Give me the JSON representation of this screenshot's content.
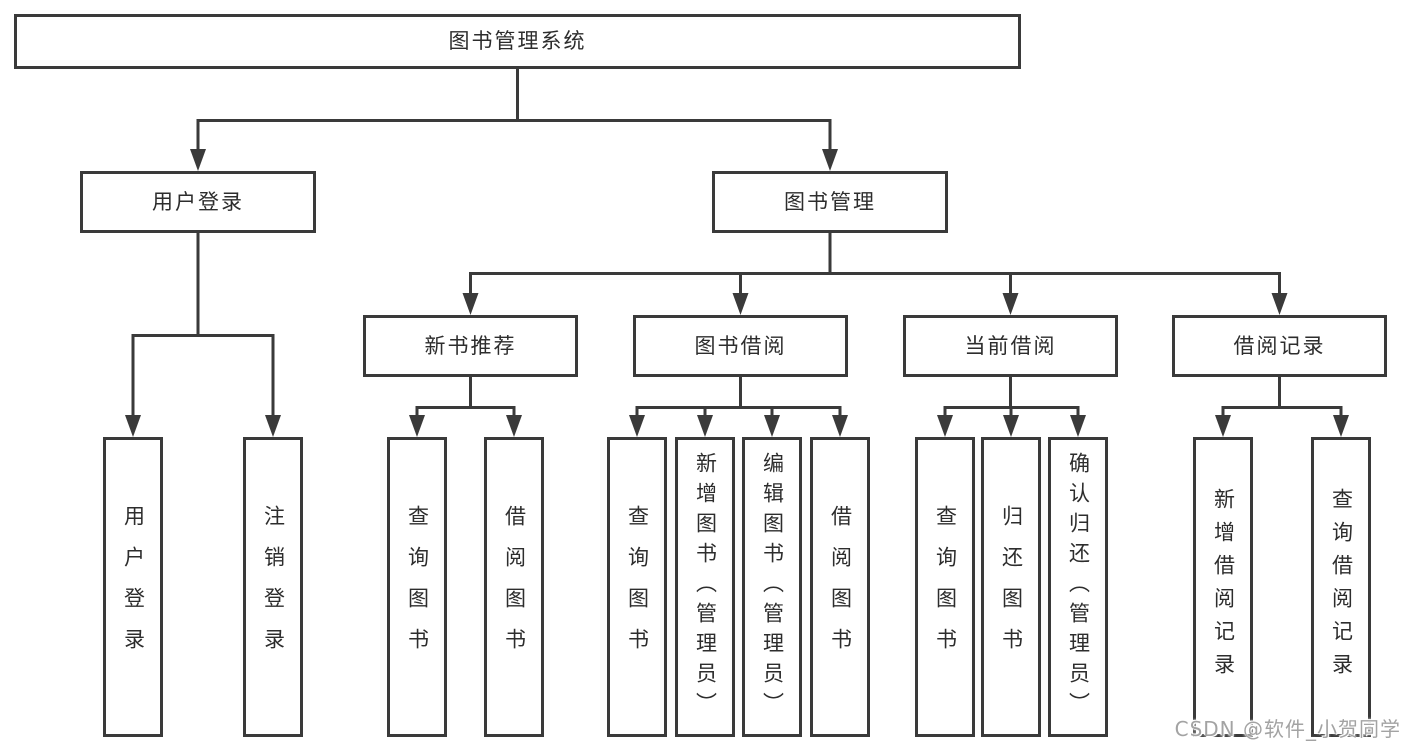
{
  "tree": {
    "label": "图书管理系统",
    "children": [
      {
        "label": "用户登录",
        "children": [
          {
            "label": "用户登录"
          },
          {
            "label": "注销登录"
          }
        ]
      },
      {
        "label": "图书管理",
        "children": [
          {
            "label": "新书推荐",
            "children": [
              {
                "label": "查询图书"
              },
              {
                "label": "借阅图书"
              }
            ]
          },
          {
            "label": "图书借阅",
            "children": [
              {
                "label": "查询图书"
              },
              {
                "label": "新增图书（管理员）"
              },
              {
                "label": "编辑图书（管理员）"
              },
              {
                "label": "借阅图书"
              }
            ]
          },
          {
            "label": "当前借阅",
            "children": [
              {
                "label": "查询图书"
              },
              {
                "label": "归还图书"
              },
              {
                "label": "确认归还（管理员）"
              }
            ]
          },
          {
            "label": "借阅记录",
            "children": [
              {
                "label": "新增借阅记录"
              },
              {
                "label": "查询借阅记录"
              }
            ]
          }
        ]
      }
    ]
  },
  "watermark": {
    "text": "CSDN @软件_小贺同学"
  },
  "colors": {
    "line": "#3a3a3a",
    "box_border": "#3a3a3a",
    "text": "#2d2d2d",
    "background": "#ffffff",
    "watermark": "#a3a3a3"
  }
}
